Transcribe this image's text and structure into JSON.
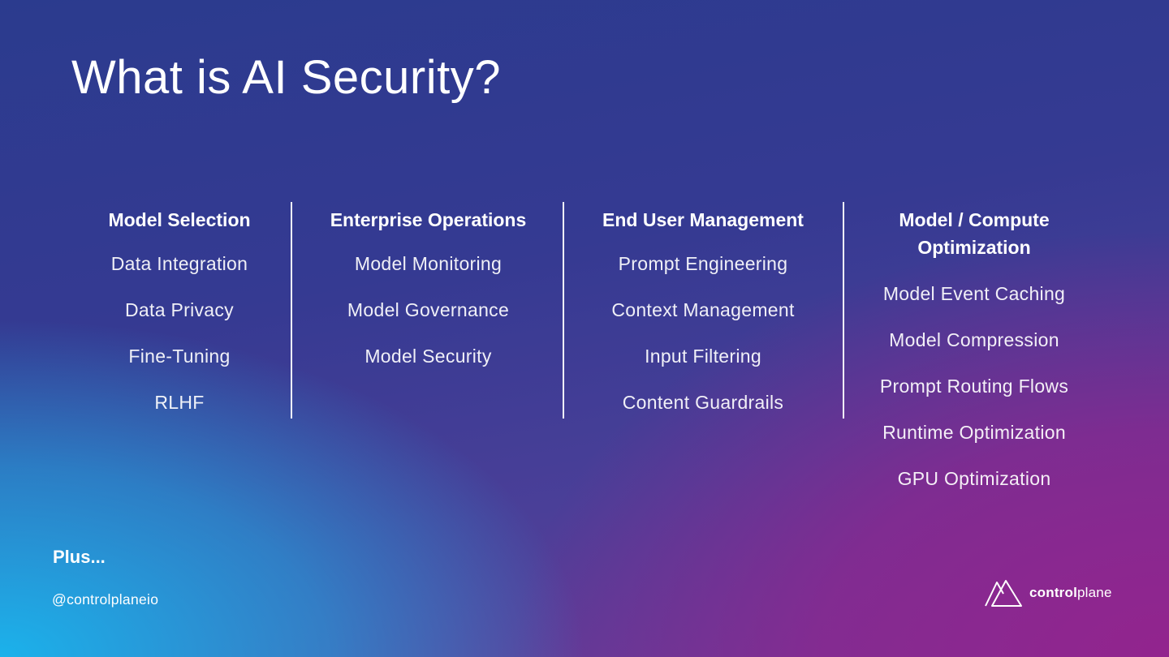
{
  "slide": {
    "title": "What is AI Security?"
  },
  "columns": [
    {
      "heading": "Model Selection",
      "items": [
        "Data Integration",
        "Data Privacy",
        "Fine-Tuning",
        "RLHF"
      ]
    },
    {
      "heading": "Enterprise Operations",
      "items": [
        "Model Monitoring",
        "Model Governance",
        "Model Security"
      ]
    },
    {
      "heading": "End User Management",
      "items": [
        "Prompt Engineering",
        "Context Management",
        "Input Filtering",
        "Content Guardrails"
      ]
    },
    {
      "heading_line1": "Model / Compute",
      "heading_line2": "Optimization",
      "items": [
        "Model Event Caching",
        "Model Compression",
        "Prompt Routing Flows",
        "Runtime Optimization",
        "GPU Optimization"
      ]
    }
  ],
  "footer": {
    "plus": "Plus...",
    "handle": "@controlplaneio",
    "logo_bold": "control",
    "logo_regular": "plane",
    "logo_icon": "mountain-peaks-icon"
  }
}
